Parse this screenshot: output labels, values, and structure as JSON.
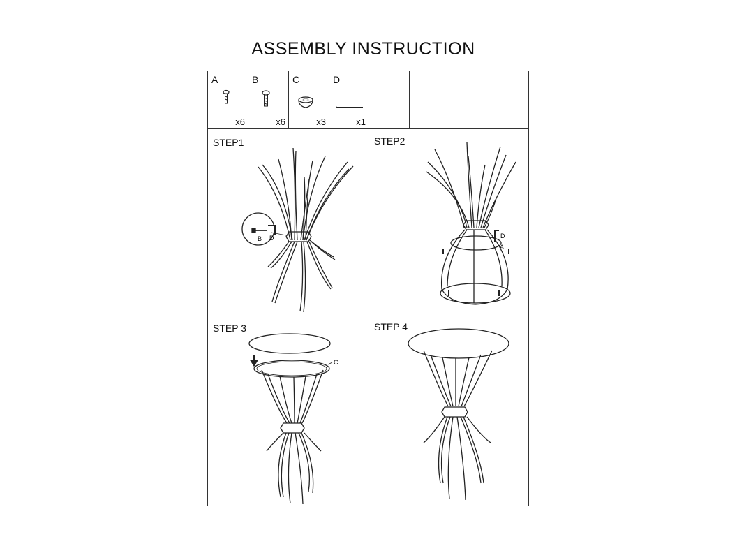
{
  "title": "ASSEMBLY  INSTRUCTION",
  "parts": [
    {
      "letter": "A",
      "qty": "x6",
      "icon": "screw-a-icon"
    },
    {
      "letter": "B",
      "qty": "x6",
      "icon": "screw-b-icon"
    },
    {
      "letter": "C",
      "qty": "x3",
      "icon": "cap-c-icon"
    },
    {
      "letter": "D",
      "qty": "x1",
      "icon": "hex-key-d-icon"
    }
  ],
  "steps": [
    {
      "label": "STEP1",
      "callouts": [
        "B",
        "D"
      ]
    },
    {
      "label": "STEP2",
      "callouts": [
        "D",
        "A"
      ]
    },
    {
      "label": "STEP 3",
      "callouts": [
        "C"
      ]
    },
    {
      "label": "STEP 4"
    }
  ]
}
